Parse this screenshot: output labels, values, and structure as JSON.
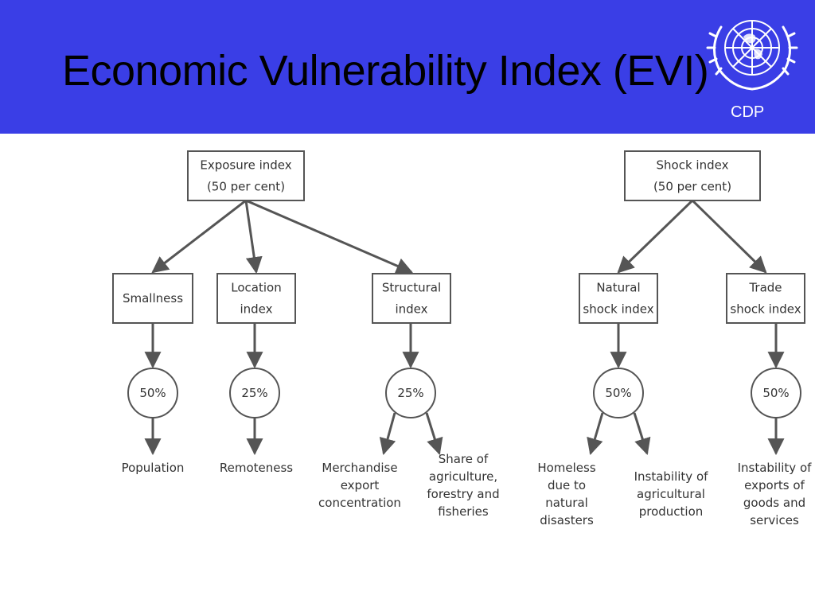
{
  "slide": {
    "title": "Economic Vulnerability Index (EVI)",
    "org_label": "CDP"
  },
  "colors": {
    "header_bg": "#3a3ee6",
    "line": "#555555",
    "text": "#333333"
  },
  "diagram": {
    "exposure": {
      "root": [
        "Exposure index",
        "(50 per cent)"
      ],
      "children": [
        {
          "label": [
            "Smallness"
          ],
          "weight": "50%",
          "leaves": [
            [
              "Population"
            ]
          ]
        },
        {
          "label": [
            "Location",
            "index"
          ],
          "weight": "25%",
          "leaves": [
            [
              "Remoteness"
            ]
          ]
        },
        {
          "label": [
            "Structural",
            "index"
          ],
          "weight": "25%",
          "leaves": [
            [
              "Merchandise",
              "export",
              "concentration"
            ],
            [
              "Share of",
              "agriculture,",
              "forestry and",
              "fisheries"
            ]
          ]
        }
      ]
    },
    "shock": {
      "root": [
        "Shock index",
        "(50 per cent)"
      ],
      "children": [
        {
          "label": [
            "Natural",
            "shock index"
          ],
          "weight": "50%",
          "leaves": [
            [
              "Homeless",
              "due to",
              "natural",
              "disasters"
            ],
            [
              "Instability of",
              "agricultural",
              "production"
            ]
          ]
        },
        {
          "label": [
            "Trade",
            "shock index"
          ],
          "weight": "50%",
          "leaves": [
            [
              "Instability of",
              "exports of",
              "goods and",
              "services"
            ]
          ]
        }
      ]
    }
  }
}
